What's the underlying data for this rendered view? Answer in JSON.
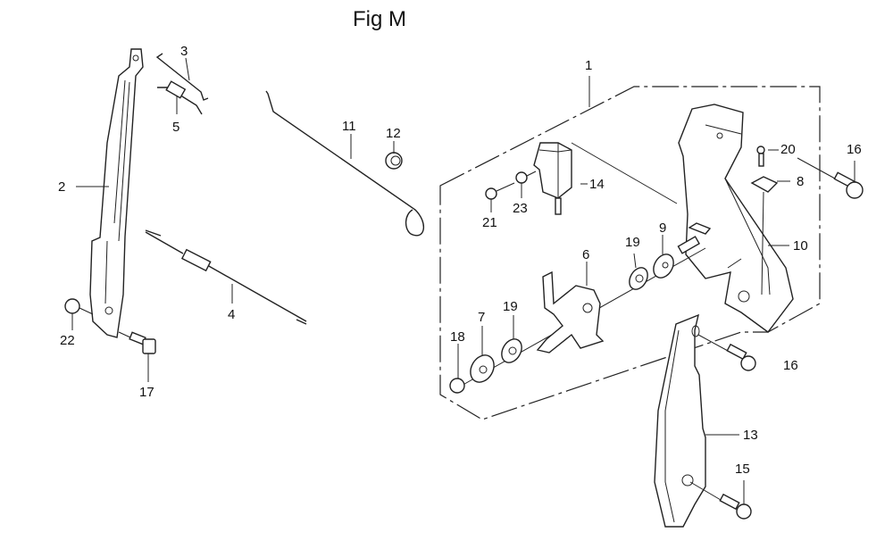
{
  "figure": {
    "title": "Fig M",
    "line_color": "#222222",
    "background": "#ffffff"
  },
  "callouts": {
    "c1": "1",
    "c2": "2",
    "c3": "3",
    "c4": "4",
    "c5": "5",
    "c6": "6",
    "c7": "7",
    "c8": "8",
    "c9": "9",
    "c10": "10",
    "c11": "11",
    "c12": "12",
    "c13": "13",
    "c14": "14",
    "c15": "15",
    "c16a": "16",
    "c16b": "16",
    "c17": "17",
    "c18": "18",
    "c19a": "19",
    "c19b": "19",
    "c20": "20",
    "c21": "21",
    "c22": "22",
    "c23": "23"
  }
}
